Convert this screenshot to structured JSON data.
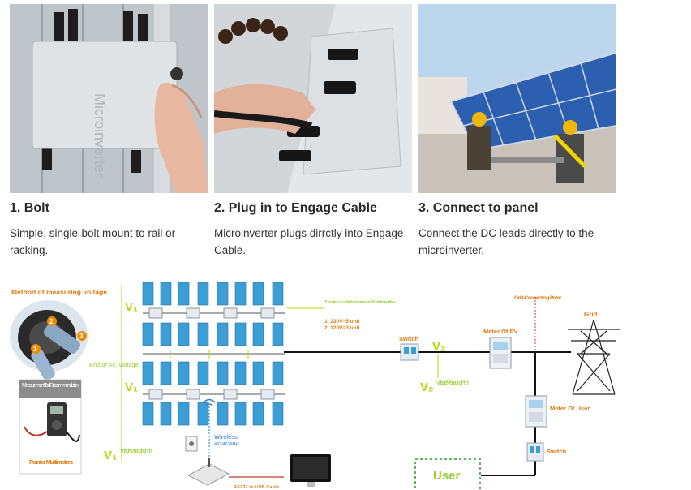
{
  "steps": [
    {
      "title": "1. Bolt",
      "desc": "Simple, single-bolt mount to rail or racking.",
      "photo_icon": "microinverter-bolt-photo"
    },
    {
      "title": "2. Plug in to Engage Cable",
      "desc": "Microinverter plugs dirrctly into Engage Cable.",
      "photo_icon": "plug-cable-photo"
    },
    {
      "title": "3. Connect to panel",
      "desc": "Connect the DC leads directly to the microinverter.",
      "photo_icon": "installers-panel-photo"
    }
  ],
  "diagram": {
    "method_title": "Method of measuring voltage",
    "points": [
      "1",
      "2",
      "3"
    ],
    "tool_title": "Measurement Tool Recommendation",
    "tool_name": "Pointer Multimeters",
    "v1_top": "V₁",
    "v1_mid": "V₁",
    "v1_bottom": "V₁",
    "v2_line": "V₂",
    "v2_label": "V₂",
    "end_ac": "End of AC Voltage",
    "voltage_point_1": "Voltage Measuring Point",
    "voltage_point_2": "Voltage Measuring Point",
    "max_note": "The maximum number of micro inverters on each PV branch are as follows:",
    "max_230": "1. 230V=5 unit",
    "max_120": "2. 120V=3 unit",
    "wireless": "Wireless",
    "wireless_freq": "433/462MHz",
    "rs232": "RS232 to USB Cable",
    "switch_1": "Switch",
    "switch_2": "Switch",
    "meter_pv": "Meter Of PV",
    "meter_user": "Meter Of User",
    "grid_connecting": "Grid-Connecting Point",
    "grid": "Grid",
    "user": "User"
  },
  "colors": {
    "panel": "#3b9fd6",
    "label_orange": "#e07a10",
    "label_green": "#9acd32",
    "v_green": "#b5d800",
    "grid_line": "#111111",
    "user_border": "#2e9a2e"
  }
}
